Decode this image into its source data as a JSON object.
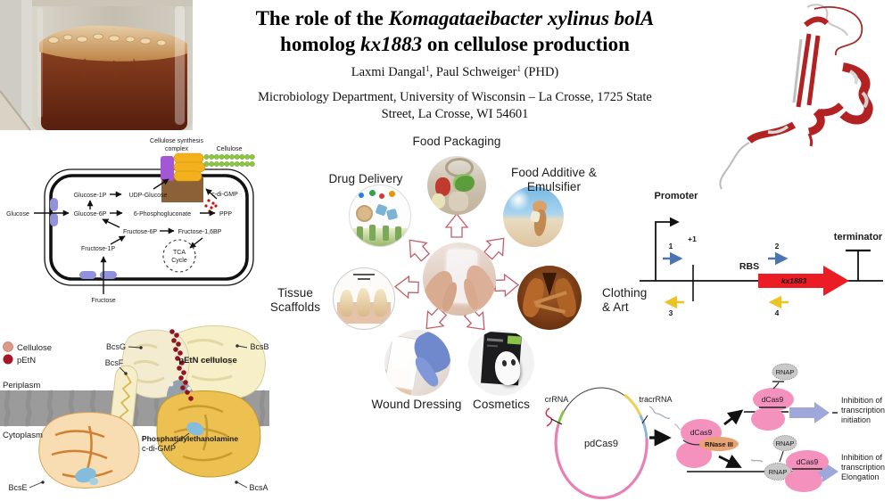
{
  "poster": {
    "title_part1": "The role of the ",
    "title_part2": "Komagataeibacter xylinus bolA",
    "title_part3": "homolog ",
    "title_part4": "kx1883",
    "title_part5": " on cellulose production",
    "author1": "Laxmi Dangal",
    "author1_sup": "1",
    "author2": ", Paul Schweiger",
    "author2_sup": "1",
    "author_suffix": " (PHD)",
    "affiliation_line1": "Microbiology Department, University of Wisconsin – La Crosse, 1725 State",
    "affiliation_line2": "Street, La Crosse, WI 54601"
  },
  "pathway": {
    "complex_line1": "Cellulose synthesis",
    "complex_line2": "complex",
    "cellulose": "Cellulose",
    "glucose": "Glucose",
    "glucose_1p": "Glucose-1P",
    "udp_glucose": "UDP-Glucose",
    "glucose_6p": "Glucose-6P",
    "phosphogluconate": "6-Phosphogluconate",
    "ppp": "PPP",
    "fructose_6p": "Fructose-6P",
    "fructose_16bp": "Fructose-1,6BP",
    "fructose_1p": "Fructose-1P",
    "tca_line1": "TCA",
    "tca_line2": "Cycle",
    "fructose": "Fructose",
    "c_di_gmp": "c-di-GMP"
  },
  "bcs": {
    "legend_cellulose": "Cellulose",
    "legend_petn": "pEtN",
    "periplasm": "Periplasm",
    "cytoplasm": "Cytoplasm",
    "bcsg": "BcsG",
    "bcsf": "BcsF",
    "bcsb": "BcsB",
    "bcse": "BcsE",
    "bcsa": "BcsA",
    "petn_cellulose": "pEtN cellulose",
    "phosphatidylethanolamine": "Phosphatidylethanolamine",
    "c_di_gmp": "c-di-GMP"
  },
  "apps": {
    "food_packaging": "Food Packaging",
    "drug_delivery": "Drug Delivery",
    "food_additive": "Food Additive & Emulsifier",
    "tissue_scaffolds": "Tissue Scaffolds",
    "clothing_art": "Clothing & Art",
    "wound_dressing": "Wound Dressing",
    "cosmetics": "Cosmetics"
  },
  "promoter": {
    "label": "Promoter",
    "plus1": "+1",
    "p1": "1",
    "p2": "2",
    "p3": "3",
    "p4": "4",
    "rbs": "RBS",
    "gene": "kx1883",
    "terminator": "terminator"
  },
  "crispr": {
    "crrna": "crRNA",
    "tracrrna": "tracrRNA",
    "plasmid": "pdCas9",
    "dcas9": "dCas9",
    "rnase": "RNase III",
    "rnap": "RNAP",
    "out1_l1": "Inhibition of",
    "out1_l2": "transcription",
    "out1_l3": "initiation",
    "out2_l1": "Inhibition of",
    "out2_l2": "transcription",
    "out2_l3": "Elongation"
  },
  "colors": {
    "kx1883_arrow_red": "#ec1c24",
    "primer_forward_blue": "#4a74b4",
    "primer_reverse_yellow": "#edc324",
    "dcas9_pink": "#f491bd",
    "rnase_iii_orange": "#e9a272",
    "rnap_gray": "#c9c9c9",
    "gene_arrow_purple": "#9fa8da",
    "plasmid_ring_pink": "#e87fb7",
    "membrane_transporter_purple": "#9191dc",
    "synthesis_complex_brown": "#8d6137",
    "synthesis_complex_purple": "#a257d6",
    "synthesis_complex_yellow": "#f2b11d",
    "cellulose_green": "#8ec641",
    "c_di_gmp_red": "#cc1111",
    "app_arrow_outline": "#bf5f6a"
  }
}
